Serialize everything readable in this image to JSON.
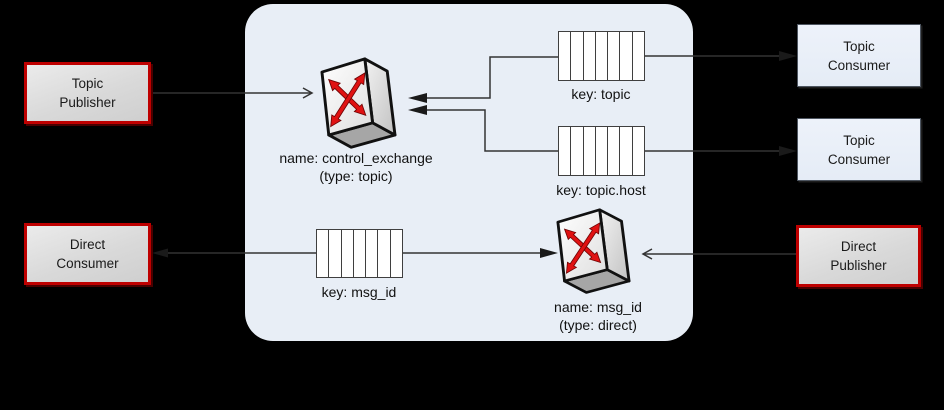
{
  "diagram": {
    "title_hint": "message broker topology",
    "nodes": {
      "topic_publisher": {
        "label": "Topic\nPublisher"
      },
      "direct_consumer": {
        "label": "Direct\nConsumer"
      },
      "topic_consumer_1": {
        "label": "Topic\nConsumer"
      },
      "topic_consumer_2": {
        "label": "Topic\nConsumer"
      },
      "direct_publisher": {
        "label": "Direct\nPublisher"
      },
      "control_exchange": {
        "name_line": "name: control_exchange",
        "type_line": "(type: topic)"
      },
      "msg_id_exchange": {
        "name_line": "name: msg_id",
        "type_line": "(type: direct)"
      },
      "queue_topic": {
        "label": "key: topic"
      },
      "queue_topic_host": {
        "label": "key: topic.host"
      },
      "queue_msg_id": {
        "label": "key: msg_id"
      }
    },
    "colors": {
      "background": "#000000",
      "panel_fill": "#E8EEF6",
      "publisher_border_red": "#BE0000",
      "publisher_fill_gray": "#D9D9D9",
      "consumer_fill_blue": "#E9EFF8",
      "queue_fill": "#FFFFFF",
      "connector": "#333333",
      "exchange_arrow_red": "#E01212"
    }
  }
}
